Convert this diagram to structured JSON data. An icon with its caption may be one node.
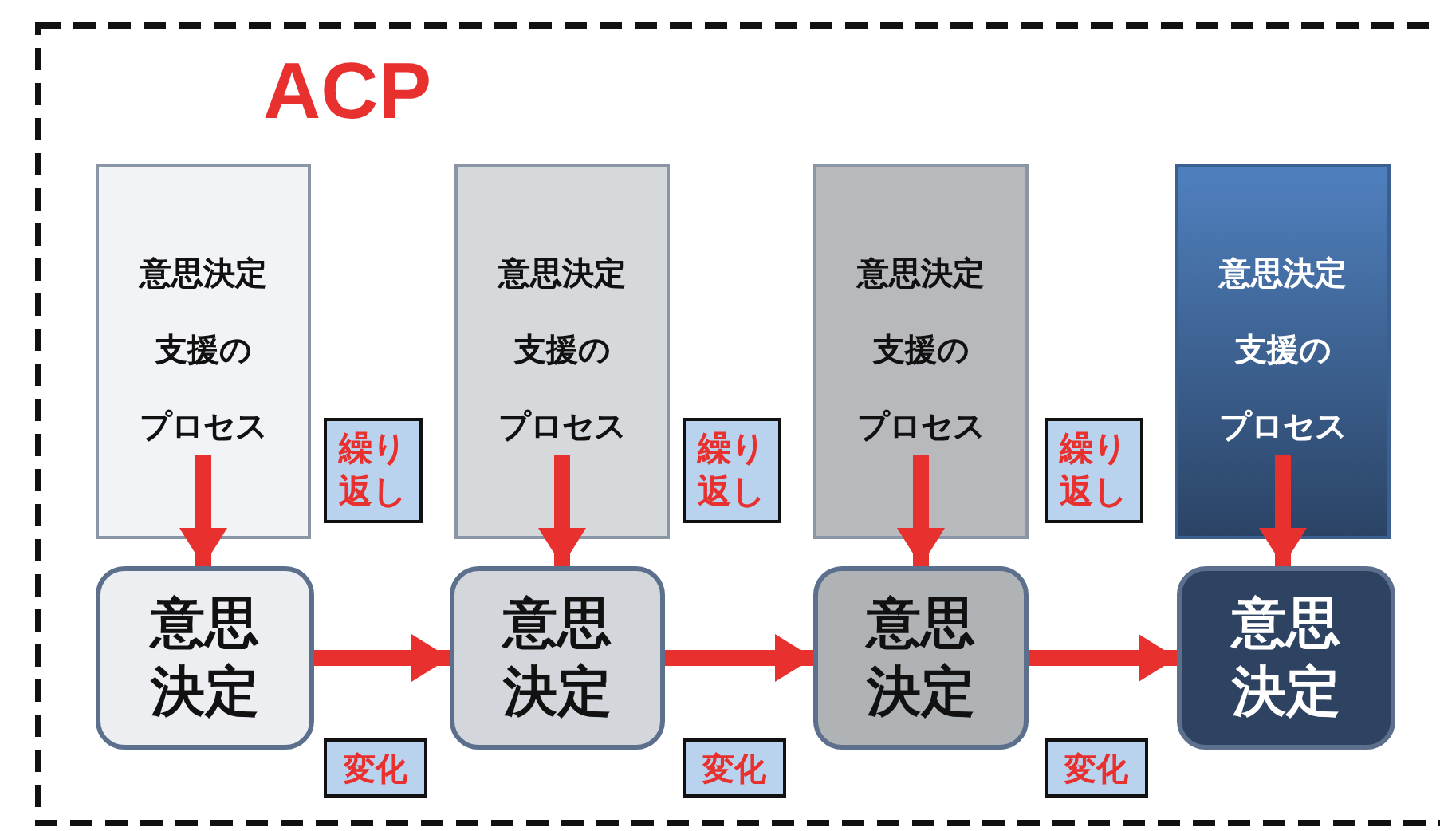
{
  "diagram": {
    "title": "ACP",
    "nodes": [
      {
        "text": [
          "意思決定",
          "支援の",
          "プロセス"
        ]
      },
      {
        "text": [
          "繰り返し"
        ]
      },
      {
        "text": [
          "意思決定",
          "支援の",
          "プロセス"
        ]
      },
      {
        "text": [
          "繰り返し"
        ]
      },
      {
        "text": [
          "意思決定",
          "支援の",
          "プロセス"
        ]
      },
      {
        "text": [
          "繰り返し"
        ]
      },
      {
        "text": [
          "意思決定",
          "支援の",
          "プロセス"
        ]
      },
      {
        "text": [
          "意思決定"
        ]
      },
      {
        "text": [
          "意思決定"
        ]
      },
      {
        "text": [
          "意思決定"
        ]
      },
      {
        "text": [
          "意思決定"
        ]
      },
      {
        "text": [
          "変化"
        ]
      },
      {
        "text": [
          "変化"
        ]
      },
      {
        "text": [
          "変化"
        ]
      }
    ],
    "edges": [
      {
        "from": 0,
        "to": 7,
        "arrow": "to"
      },
      {
        "from": 2,
        "to": 8,
        "arrow": "to"
      },
      {
        "from": 4,
        "to": 9,
        "arrow": "to"
      },
      {
        "from": 6,
        "to": 10,
        "arrow": "to"
      },
      {
        "from": 7,
        "to": 8,
        "arrow": "to"
      },
      {
        "from": 8,
        "to": 9,
        "arrow": "to"
      },
      {
        "from": 9,
        "to": 10,
        "arrow": "to"
      }
    ]
  }
}
